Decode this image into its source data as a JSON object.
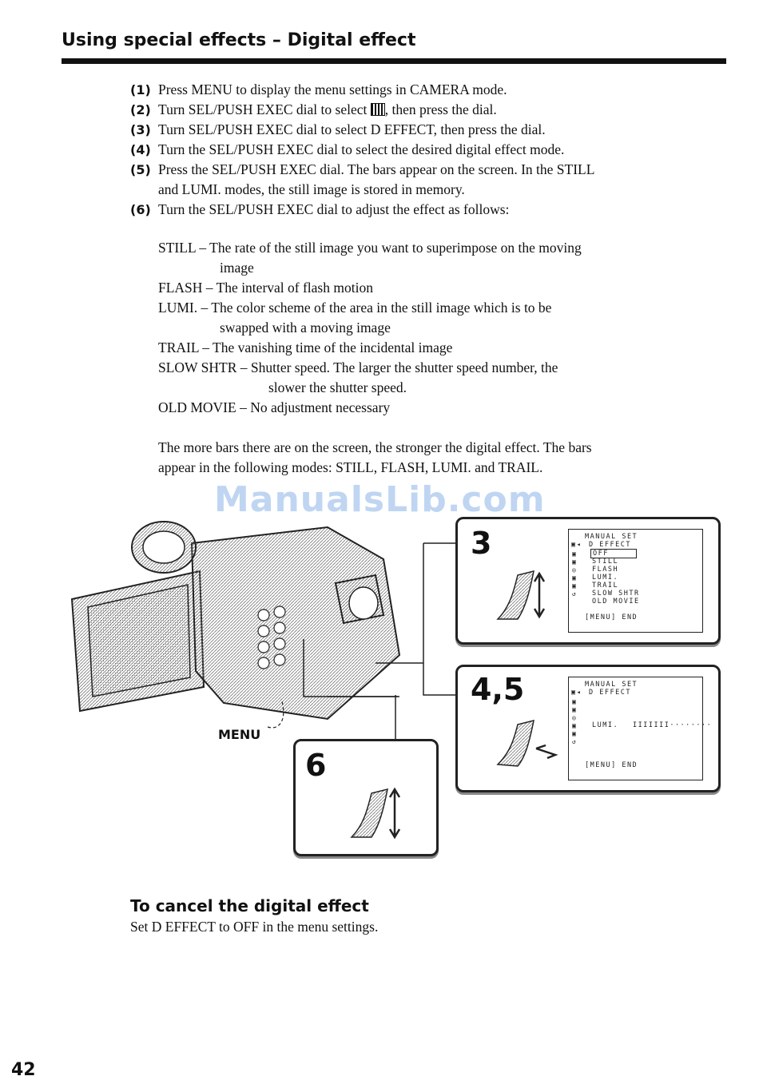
{
  "header": {
    "title": "Using special effects – Digital effect"
  },
  "steps": [
    {
      "num": "(1)",
      "text": "Press MENU to display the menu settings in CAMERA mode."
    },
    {
      "num": "(2)",
      "text_before": "Turn SEL/PUSH EXEC dial to select",
      "text_after": ", then press the dial."
    },
    {
      "num": "(3)",
      "text": "Turn SEL/PUSH EXEC dial to select D EFFECT, then press the dial."
    },
    {
      "num": "(4)",
      "text": "Turn the SEL/PUSH EXEC dial to select the desired digital effect mode."
    },
    {
      "num": "(5)",
      "text": "Press the SEL/PUSH EXEC dial. The bars appear on the screen. In the STILL",
      "text2": "and LUMI. modes, the still image is stored in memory."
    },
    {
      "num": "(6)",
      "text": "Turn the SEL/PUSH EXEC dial to adjust the effect as follows:"
    }
  ],
  "effects": [
    {
      "line1": "STILL – The rate of the still image you want to superimpose on the moving",
      "line2": "image"
    },
    {
      "line1": "FLASH – The interval of flash motion"
    },
    {
      "line1": "LUMI. – The color scheme of the area in the still image which is to be",
      "line2": "swapped with a moving image"
    },
    {
      "line1": "TRAIL – The vanishing time of the incidental image"
    },
    {
      "line1": "SLOW SHTR – Shutter speed. The larger the shutter speed number, the",
      "line2": "slower the shutter speed."
    },
    {
      "line1": "OLD MOVIE – No adjustment necessary"
    }
  ],
  "bars_note": {
    "line1": "The more bars there are on the screen, the stronger the digital effect. The bars",
    "line2": "appear in the following modes: STILL, FLASH, LUMI. and TRAIL."
  },
  "watermark": "ManualsLib.com",
  "figure": {
    "menu_label": "MENU",
    "box3": {
      "label": "3",
      "screen_title": "MANUAL SET",
      "screen_item": "D EFFECT",
      "options": [
        "OFF",
        "STILL",
        "FLASH",
        "LUMI.",
        "TRAIL",
        "SLOW SHTR",
        "OLD MOVIE"
      ],
      "footer": "[MENU] END"
    },
    "box45": {
      "label": "4,5",
      "screen_title": "MANUAL SET",
      "screen_item": "D EFFECT",
      "mode": "LUMI.",
      "bars": "IIIIIII········",
      "footer": "[MENU] END"
    },
    "box6": {
      "label": "6"
    }
  },
  "cancel": {
    "title": "To cancel the digital effect",
    "text": "Set D EFFECT to OFF in the menu settings."
  },
  "page_number": "42"
}
